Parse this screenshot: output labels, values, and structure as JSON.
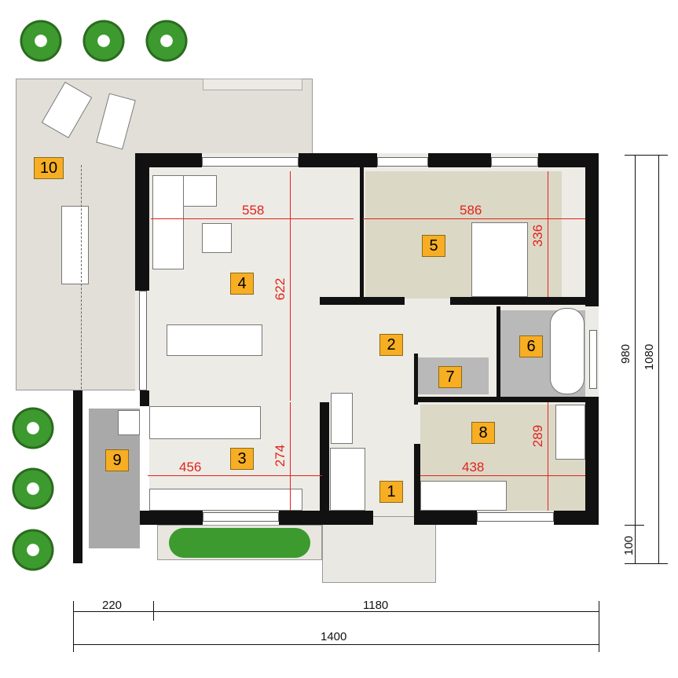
{
  "rooms": [
    {
      "number": "1"
    },
    {
      "number": "2"
    },
    {
      "number": "3"
    },
    {
      "number": "4"
    },
    {
      "number": "5"
    },
    {
      "number": "6"
    },
    {
      "number": "7"
    },
    {
      "number": "8"
    },
    {
      "number": "9"
    },
    {
      "number": "10"
    }
  ],
  "room_dimensions": {
    "living_width": "558",
    "living_depth": "622",
    "bedroom5_width": "586",
    "bedroom5_depth": "336",
    "kitchen_width": "456",
    "kitchen_depth": "274",
    "room8_width": "438",
    "room8_depth": "289"
  },
  "overall_dimensions": {
    "garage_width": "220",
    "house_width": "1180",
    "total_width": "1400",
    "house_depth": "980",
    "porch_depth": "100",
    "total_depth": "1080"
  },
  "colors": {
    "label_bg": "#f7ae23",
    "dimension_red": "#e0231c",
    "wall": "#111111"
  }
}
